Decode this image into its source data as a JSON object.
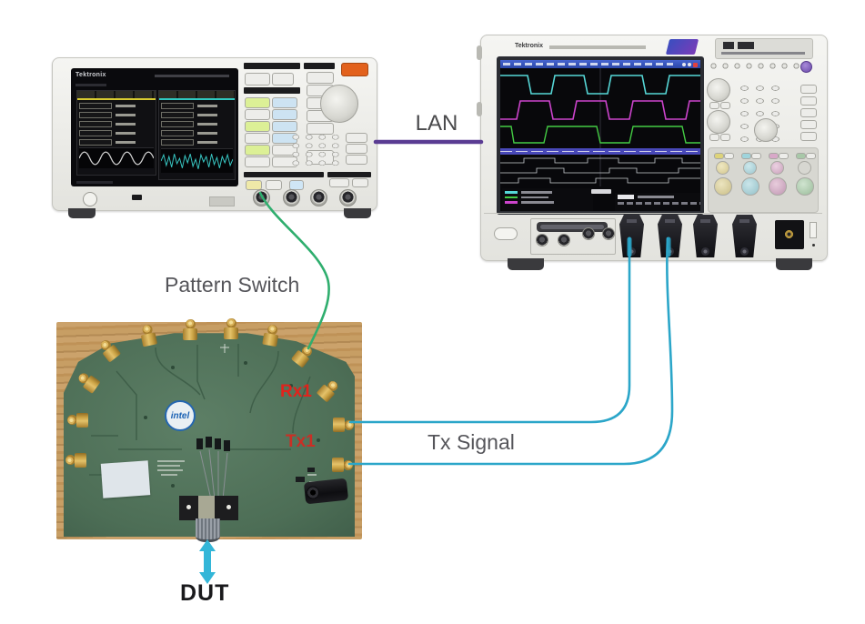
{
  "labels": {
    "lan": "LAN",
    "pattern_switch": "Pattern Switch",
    "tx_signal": "Tx Signal",
    "dut": "DUT"
  },
  "board": {
    "rx_port": "Rx1",
    "tx_port": "Tx1",
    "logo": "intel"
  },
  "instruments": {
    "afg_brand": "Tektronix",
    "scope_brand": "Tektronix"
  },
  "colors": {
    "lan_line": "#5a3c93",
    "pattern_cable": "#2fae6e",
    "signal_cable": "#2ba6c9",
    "port_label": "#e0231c",
    "dut_arrow": "#33b6d8",
    "afg_ch1_accent": "#d8cc30",
    "afg_ch2_accent": "#2fc8c0",
    "scope_wave_ch1": "#56d7d7",
    "scope_wave_ch2": "#cc44cc",
    "scope_wave_ch3": "#44cc44",
    "board_green": "#53745c",
    "sma_gold": "#c9a23f"
  }
}
